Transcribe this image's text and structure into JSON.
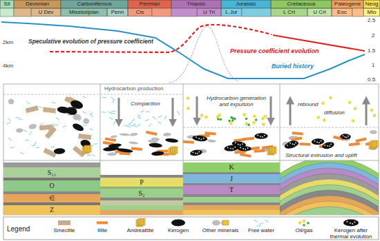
{
  "diagram": {
    "nodes": [
      {
        "text": [
          "Sil"
        ]
      },
      {
        "text": [
          "Devonian"
        ]
      },
      {
        "text": [
          "Carboniferous"
        ]
      },
      {
        "text": [
          "Permian"
        ]
      },
      {
        "text": [
          "Triassic"
        ]
      },
      {
        "text": [
          "Jurassic"
        ]
      },
      {
        "text": [
          "Cretaceous"
        ]
      },
      {
        "text": [
          "Paleogene"
        ]
      },
      {
        "text": [
          "Neog"
        ]
      },
      {
        "text": [
          "U Dev"
        ]
      },
      {
        "text": [
          "Mississipian"
        ]
      },
      {
        "text": [
          "Penn"
        ]
      },
      {
        "text": [
          "Cis"
        ]
      },
      {
        "text": [
          "U Tri"
        ]
      },
      {
        "text": [
          "L Jur"
        ]
      },
      {
        "text": [
          "L Crt"
        ]
      },
      {
        "text": [
          "U Crt"
        ]
      },
      {
        "text": [
          "Eoc"
        ]
      },
      {
        "text": [
          "Mio"
        ]
      },
      {
        "text": [
          "S₁₁"
        ]
      },
      {
        "text": [
          "O"
        ]
      },
      {
        "text": [
          "∈"
        ]
      },
      {
        "text": [
          "Z"
        ]
      },
      {
        "text": [
          "P"
        ]
      },
      {
        "text": [
          "S₂"
        ]
      },
      {
        "text": [
          "K"
        ]
      },
      {
        "text": [
          "J"
        ]
      },
      {
        "text": [
          "T"
        ]
      }
    ],
    "labels": [
      "2km",
      "4km",
      "2.5",
      "2",
      "1.5",
      "1",
      "0.5",
      "Speculative evolution of pressure coefficient",
      "Pressure coefficient evolution",
      "Buried history",
      "Hydrocarbon production",
      "Compaction",
      "Hydrocarbon generation and expulsion",
      "rebound",
      "diffusion",
      "Structural extrusion and uplift",
      "Legend"
    ],
    "legend": [
      {
        "text": "Smectite"
      },
      {
        "text": "Illite"
      },
      {
        "text": "Andreattite"
      },
      {
        "text": "Kerogen"
      },
      {
        "text": "Other minerals"
      },
      {
        "text": "Free water"
      },
      {
        "text": "Oil/gas"
      },
      {
        "text": "Kerogen after thermal evolution"
      }
    ]
  }
}
